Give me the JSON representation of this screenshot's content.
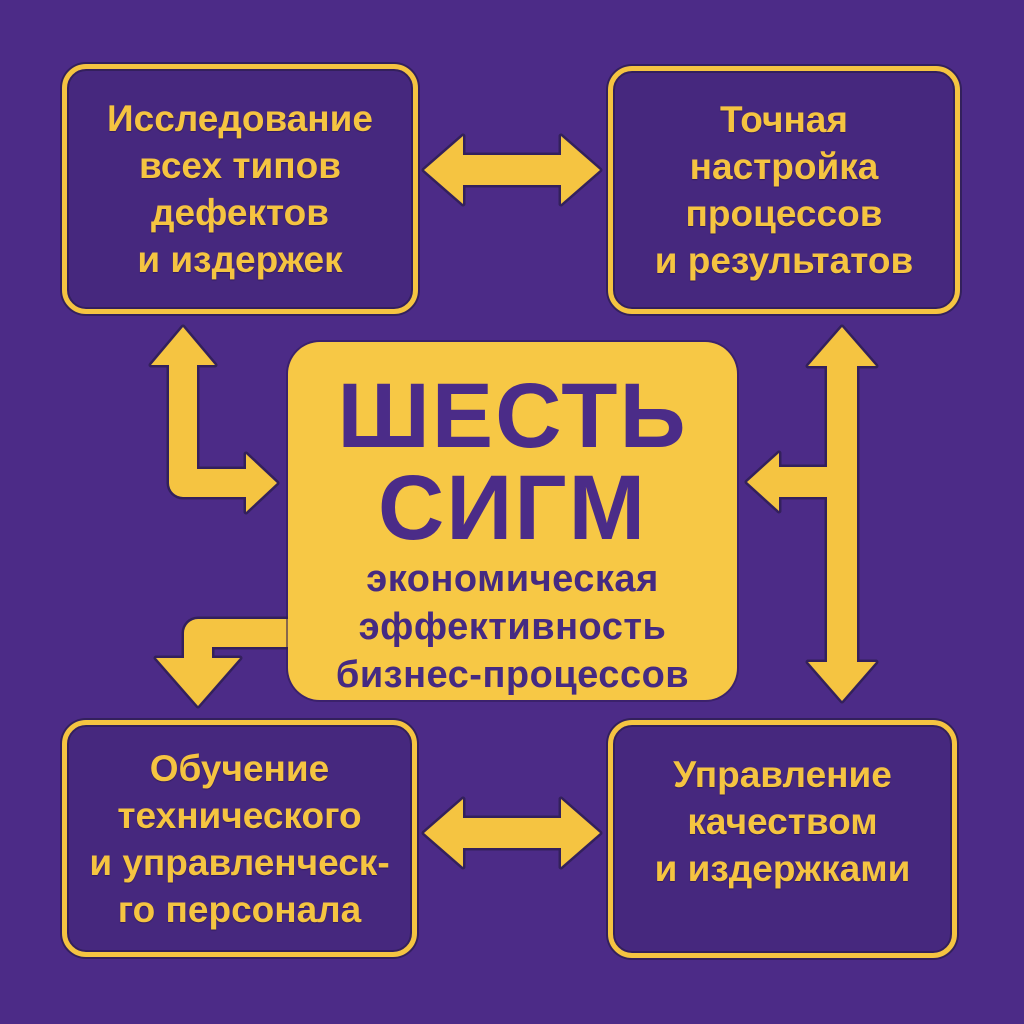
{
  "palette": {
    "background": "#4C2B87",
    "box_fill": "#46287E",
    "accent_yellow": "#F5C441",
    "center_fill": "#F7C845",
    "outline_dark": "#33205C",
    "title_purple": "#4B2C88"
  },
  "center": {
    "title_line1": "ШЕСТЬ",
    "title_line2": "СИГМ",
    "subtitle_line1": "экономическая",
    "subtitle_line2": "эффективность",
    "subtitle_line3": "бизнес-процессов"
  },
  "boxes": {
    "top_left": {
      "lines": [
        "Исследование",
        "всех типов",
        "дефектов",
        "и издержек"
      ]
    },
    "top_right": {
      "lines": [
        "Точная",
        "настройка",
        "процессов",
        "и результатов"
      ]
    },
    "bottom_left": {
      "lines": [
        "Обучение",
        "технического",
        "и управленческ-",
        "го персонала"
      ]
    },
    "bottom_right": {
      "lines": [
        "Управление",
        "качеством",
        "и издержками"
      ]
    }
  },
  "arrows": {
    "top": "double-horizontal-arrow",
    "bottom": "double-horizontal-arrow",
    "right": "double-vertical-arrow-with-left-branch",
    "left_top": "elbow-arrow-up-and-right",
    "left_bottom": "elbow-arrow-left-and-down"
  }
}
